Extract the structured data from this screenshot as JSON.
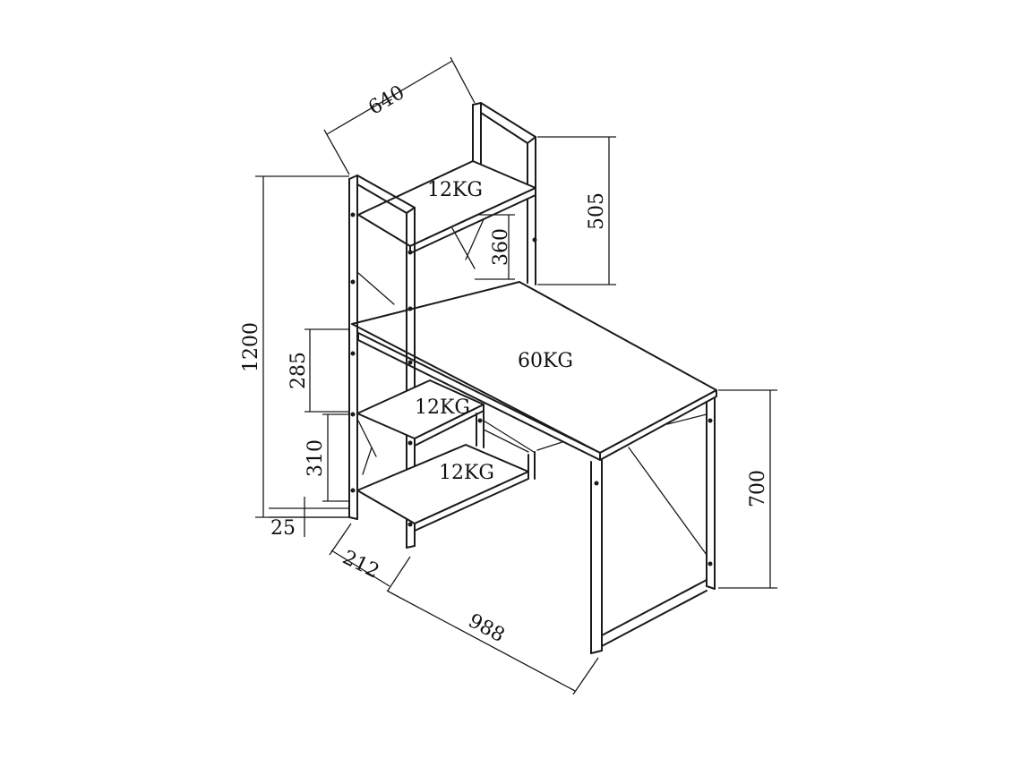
{
  "dimensions": {
    "shelf_depth": "640",
    "top_section_height": "505",
    "top_shelf_gap": "360",
    "total_height": "1200",
    "middle_shelf_gap": "285",
    "bottom_shelf_gap": "310",
    "foot_clearance": "25",
    "shelf_width": "212",
    "desk_length": "988",
    "desk_height": "700"
  },
  "loads": {
    "top_shelf": "12KG",
    "desktop": "60KG",
    "middle_shelf": "12KG",
    "bottom_shelf": "12KG"
  }
}
